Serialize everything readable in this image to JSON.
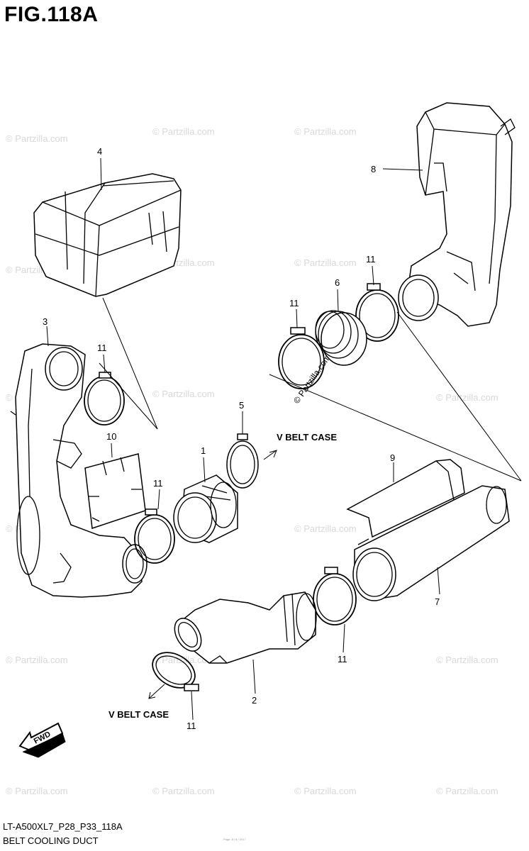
{
  "figure": {
    "title": "FIG.118A",
    "model_code": "LT-A500XL7_P28_P33_118A",
    "caption": "BELT COOLING DUCT"
  },
  "directions": {
    "v_belt_case_upper": "V BELT CASE",
    "v_belt_case_lower": "V BELT CASE",
    "fwd": "FWD"
  },
  "callouts": {
    "c4": "4",
    "c8": "8",
    "c11a": "11",
    "c6": "6",
    "c11b": "11",
    "c3": "3",
    "c11c": "11",
    "c5": "5",
    "c10": "10",
    "c1": "1",
    "c11d": "11",
    "c9": "9",
    "c7": "7",
    "c11e": "11",
    "c2": "2",
    "c11f": "11"
  },
  "watermark": "© Partzilla.com",
  "footer_small": "Page: 8 / 8 / 2017"
}
